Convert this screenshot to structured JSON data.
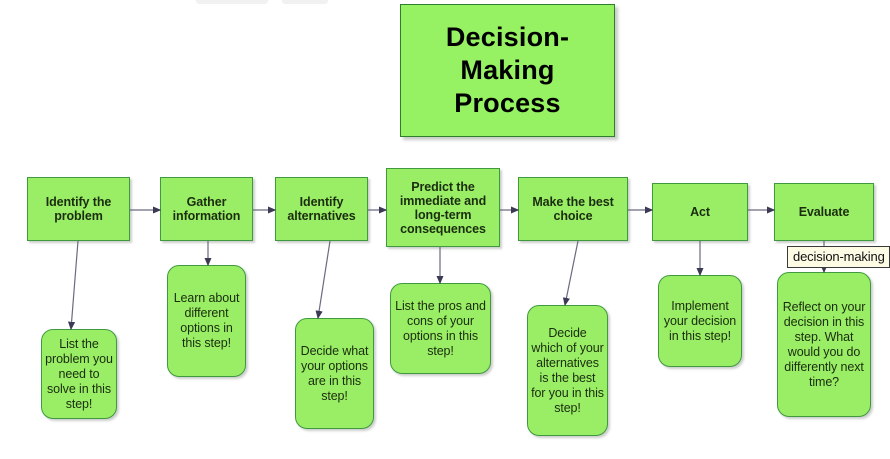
{
  "diagram": {
    "title": "Decision-Making Process",
    "title_lines": [
      "Decision-",
      "Making",
      "Process"
    ],
    "colors": {
      "node_fill": "#99ee66",
      "node_border": "#3f9a3f",
      "title_fill": "#96f163",
      "text": "#1b2d0e",
      "connector": "#4a4a66",
      "tooltip_fill": "#fdfbe4",
      "tooltip_border": "#3a3a3a",
      "background": "#ffffff"
    },
    "steps": [
      {
        "id": "identify-the-problem",
        "label": "Identify the problem",
        "detail": "List the problem you need to solve in this step!"
      },
      {
        "id": "gather-information",
        "label": "Gather information",
        "detail": "Learn about different options in this step!"
      },
      {
        "id": "identify-alternatives",
        "label": "Identify alternatives",
        "detail": "Decide what your options are in this step!"
      },
      {
        "id": "predict-consequences",
        "label": "Predict the immediate and long-term consequences",
        "detail": "List the pros and cons of your options in this step!"
      },
      {
        "id": "make-the-best-choice",
        "label": "Make the best choice",
        "detail": "Decide which of your alternatives is the best for you in this step!"
      },
      {
        "id": "act",
        "label": "Act",
        "detail": "Implement your decision in this step!"
      },
      {
        "id": "evaluate",
        "label": "Evaluate",
        "detail": "Reflect on your decision in this step. What would you do differently next time?"
      }
    ]
  },
  "tooltip": {
    "text": "decision-making"
  }
}
